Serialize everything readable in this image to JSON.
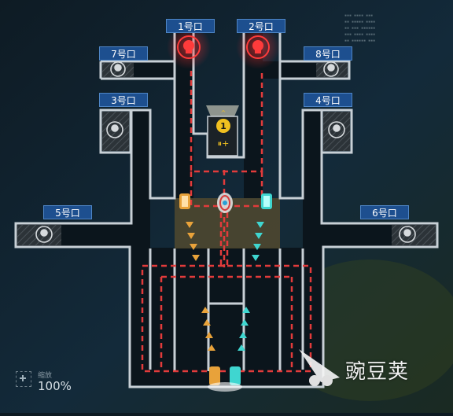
{
  "portals": {
    "p1": {
      "label": "1号口"
    },
    "p2": {
      "label": "2号口"
    },
    "p3": {
      "label": "3号口"
    },
    "p4": {
      "label": "4号口"
    },
    "p5": {
      "label": "5号口"
    },
    "p6": {
      "label": "6号口"
    },
    "p7": {
      "label": "7号口"
    },
    "p8": {
      "label": "8号口"
    }
  },
  "operator_tile": {
    "cost": "1"
  },
  "zoom": {
    "label": "缩放",
    "value": "100%"
  },
  "watermark": {
    "text": "豌豆荚"
  },
  "colors": {
    "wall": "#c8d0d6",
    "red_path": "#e23b3b",
    "enemy_red": "#ff3b3b",
    "arrow_orange": "#e8a23a",
    "arrow_cyan": "#3fd6d0",
    "label_bg": "#1d4f8f",
    "tile_gold": "#f0c020"
  }
}
